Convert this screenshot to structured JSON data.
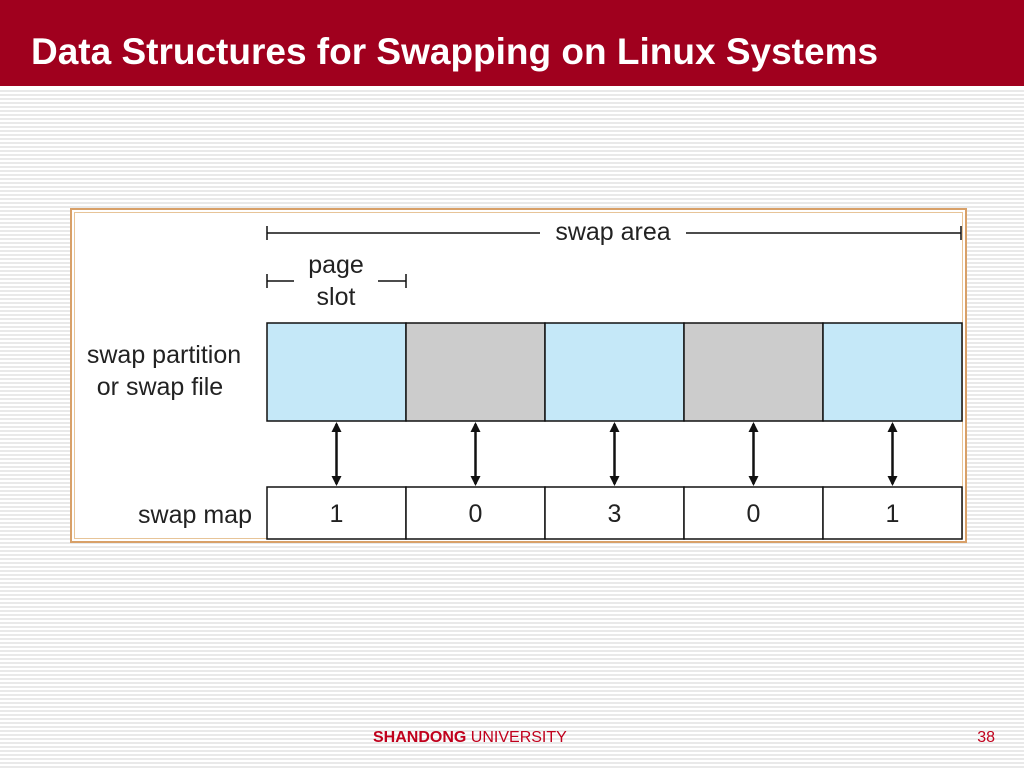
{
  "slide": {
    "title": "Data Structures for Swapping on Linux Systems",
    "footer_bold": "SHANDONG",
    "footer_regular": "UNIVERSITY",
    "page_number": "38"
  },
  "diagram": {
    "swap_area_label": "swap area",
    "page_slot_label_line1": "page",
    "page_slot_label_line2": "slot",
    "swap_partition_label_line1": "swap partition",
    "swap_partition_label_line2": "or swap file",
    "swap_map_label": "swap map",
    "slots": [
      {
        "state": "used",
        "map_value": "1"
      },
      {
        "state": "free",
        "map_value": "0"
      },
      {
        "state": "used",
        "map_value": "3"
      },
      {
        "state": "free",
        "map_value": "0"
      },
      {
        "state": "used",
        "map_value": "1"
      }
    ]
  },
  "colors": {
    "brand_red": "#a0001e",
    "used_slot": "#c5e8f8",
    "free_slot": "#cccccc",
    "frame_border": "#d8a068",
    "footer_red": "#c0001c"
  }
}
